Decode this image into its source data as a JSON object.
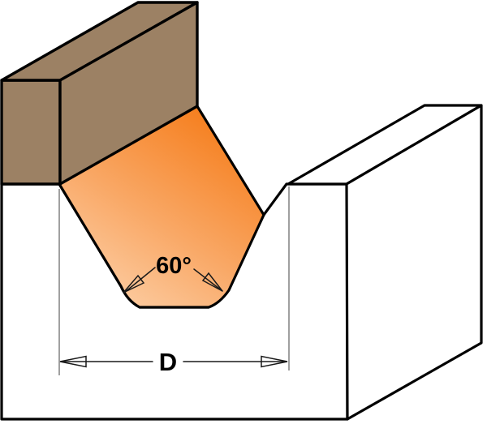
{
  "diagram": {
    "angle": {
      "label": "60°",
      "value_degrees": 60
    },
    "dimension": {
      "label": "D"
    },
    "colors": {
      "outline": "#000000",
      "background": "#ffffff",
      "wood_block": "#9c8164",
      "workpiece": "#ffffff",
      "cutter_light": "#fdd6b2",
      "cutter_mid": "#f9a866",
      "cutter_dark": "#f5760f",
      "guide_line": "#787878",
      "annotation_line": "#1a1a1a"
    }
  }
}
